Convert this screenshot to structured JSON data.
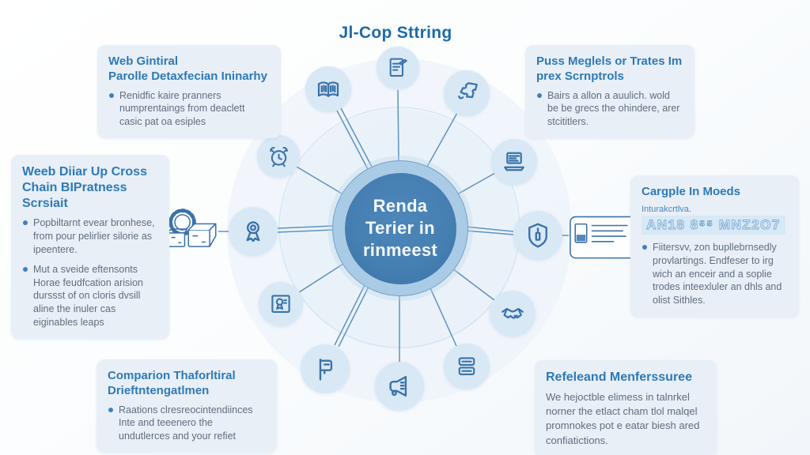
{
  "title": "Jl-Cop Sttring",
  "hub": {
    "label": "Renda\nTerier in\nrinmeest"
  },
  "boxes": {
    "top_left": {
      "title": "Web Gintiral\nParolle Detaxfecian Ininarhy",
      "bullets": [
        "Renidfic kaire pranners numprentaings from deaclett casic pat oa esiples"
      ]
    },
    "top_right": {
      "title": "Puss Meglels or Trates Im\nprex Scrnptrols",
      "bullets": [
        "Bairs a allon a auulich. wold be be grecs the ohindere, arer stcititlers."
      ]
    },
    "left": {
      "title": "Weeb Diiar Up Cross\nChain BIPratness\nScrsiait",
      "bullets": [
        "Popbiltarnt evear bronhese, from pour pelirlier silorie as ipeentere.",
        "Mut a sveide eftensonts Horae feudfcation arision durssst of on cloris dvsill aline the inuler cas eiginables leaps"
      ]
    },
    "right": {
      "title": "Cargple In Moeds",
      "subtitle": "Inturakcrtlva.",
      "code": "AN18 8⁵⁵ MNZ2O7",
      "bullets": [
        "Fiitersvv, zon bupllebrnsedly provlartings. Endfeser to irg wich an enceir and a soplie trodes inteexluler an dhls and olist Sithles."
      ]
    },
    "bottom_left": {
      "title": "Comparion Thaforltiral\nDrieftntengatlmen",
      "bullets": [
        "Raations clresreocintendiinces Inte and teeenero the undutlerces and your refiet"
      ]
    },
    "bottom_right": {
      "title": "Refeleand Menferssuree",
      "body": "We hejoctble elimess in talnrkel norner the etlact cham tlol malqel promnokes pot e eatar biesh ared confiatictions."
    }
  },
  "icons": {
    "top": "document-edit",
    "upper_left": "open-book",
    "upper_right": "puzzle-piece",
    "left_upper": "alarm-clock",
    "right_upper": "laptop",
    "left": "medal",
    "right": "shield-package",
    "left_lower": "certificate",
    "right_lower": "handshake",
    "bottom_left": "flag",
    "bottom_right": "server-stack",
    "bottom": "megaphone",
    "far_left": "gear-and-boxes",
    "far_right": "id-card"
  },
  "colors": {
    "accent": "#2d7ab8",
    "hub_fill": "#4680b2",
    "hub_ring": "#a9cbe5",
    "line": "#5f92c1",
    "node_fill": "#d9e8f5",
    "icon_stroke": "#3a72aa",
    "box_bg": "#e9eff7",
    "body_text": "#5f6e7e",
    "title_text": "#1d6aa8"
  }
}
